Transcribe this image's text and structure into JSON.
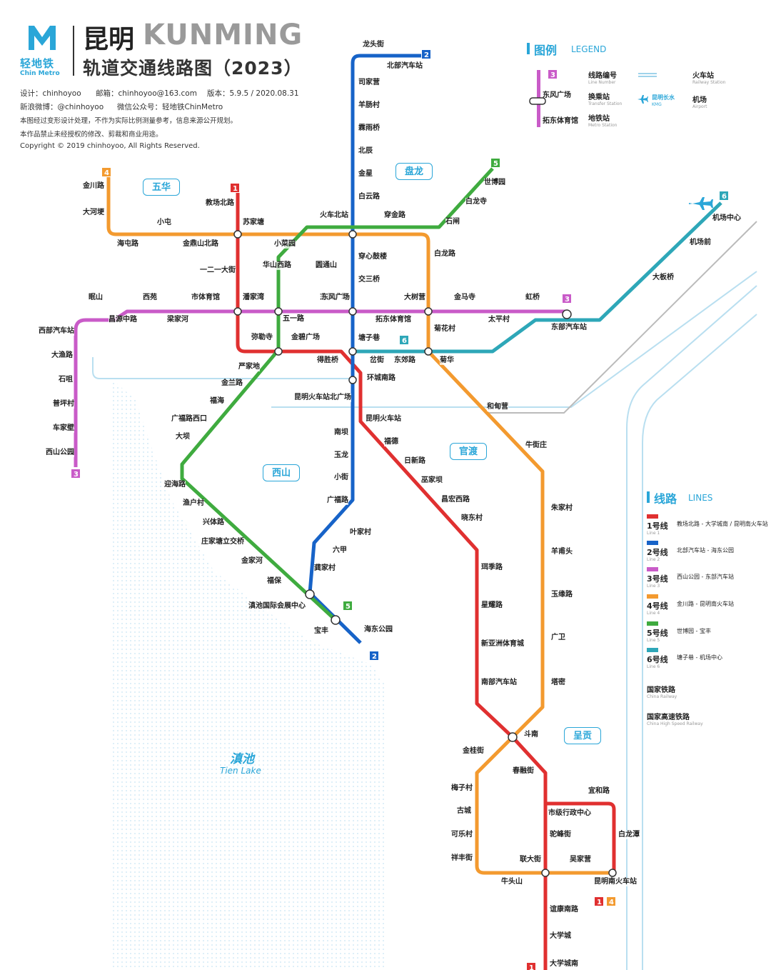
{
  "header": {
    "logo_cn": "轻地铁",
    "logo_en": "Chin Metro",
    "title_cn": "昆明",
    "title_en": "KUNMING",
    "subtitle": "轨道交通线路图（2023）",
    "designer": "设计：chinhoyoo",
    "email": "邮箱：chinhoyoo@163.com",
    "version": "版本：5.9.5 / 2020.08.31",
    "weibo": "新浪微博：@chinhoyoo",
    "wechat": "微信公众号：轻地铁ChinMetro",
    "note1": "本图经过变形设计处理，不作为实际比例测量参考，信息来源公开规划。",
    "note2": "本作品禁止未经授权的修改、剪裁和商业用途。",
    "copyright": "Copyright © 2019 chinhoyoo, All Rights Reserved."
  },
  "legend": {
    "title": "图例",
    "title_en": "LEGEND",
    "line_no": "线路编号",
    "line_no_en": "Line Number",
    "transfer": "换乘站",
    "transfer_en": "Transfer Station",
    "station": "地铁站",
    "station_en": "Metro Station",
    "railway": "火车站",
    "railway_en": "Railway Station",
    "airport": "机场",
    "airport_en": "Airport",
    "sample_transfer": "东风广场",
    "sample_station": "拓东体育馆",
    "sample_number": "3",
    "sample_airport": "昆明长水",
    "sample_airport_code": "KMG"
  },
  "lines_panel": {
    "title": "线路",
    "title_en": "LINES",
    "items": [
      {
        "name": "1号线",
        "sub": "Line 1",
        "range": "教场北路 - 大学城南 / 昆明南火车站",
        "color": "#e03030"
      },
      {
        "name": "2号线",
        "sub": "Line 2",
        "range": "北部汽车站 - 海东公园",
        "color": "#1763c8"
      },
      {
        "name": "3号线",
        "sub": "Line 3",
        "range": "西山公园 - 东部汽车站",
        "color": "#c95bc8"
      },
      {
        "name": "4号线",
        "sub": "Line 4",
        "range": "金川路 - 昆明南火车站",
        "color": "#f39a2f"
      },
      {
        "name": "5号线",
        "sub": "Line 5",
        "range": "世博园 - 宝丰",
        "color": "#3fab3f"
      },
      {
        "name": "6号线",
        "sub": "Line 6",
        "range": "塘子巷 - 机场中心",
        "color": "#2ea7b8"
      }
    ],
    "rail": "国家铁路",
    "rail_en": "China Railway",
    "hsr": "国家高速铁路",
    "hsr_en": "China High Speed Railway"
  },
  "districts": [
    "五华",
    "盘龙",
    "西山",
    "官渡",
    "呈贡"
  ],
  "lake": {
    "name": "滇池",
    "en": "Tien Lake"
  },
  "line_numbers": [
    "1",
    "2",
    "3",
    "4",
    "5",
    "6"
  ],
  "stations": {
    "line2": [
      "龙头街",
      "北部汽车站",
      "司家营",
      "羊肠村",
      "霖雨桥",
      "北辰",
      "金星",
      "白云路",
      "火车北站",
      "穿心鼓楼",
      "交三桥",
      "东风广场",
      "塘子巷",
      "环城南路",
      "昆明火车站北广场",
      "南坝",
      "玉龙",
      "小街",
      "广福路",
      "叶家村",
      "六甲",
      "龚家村",
      "海东公园"
    ],
    "line1": [
      "教场北路",
      "苏家塘",
      "一二一大街",
      "潘家湾",
      "弥勒寺",
      "五一路",
      "金碧广场",
      "得胜桥",
      "昆明火车站",
      "福德",
      "日新路",
      "巫家坝",
      "昌宏西路",
      "晓东村",
      "珥季路",
      "星耀路",
      "新亚洲体育城",
      "南部汽车站",
      "斗南",
      "春融街",
      "市级行政中心",
      "驼峰街",
      "联大街",
      "吴家营",
      "宜和路",
      "白龙潭",
      "昆明南火车站",
      "谊康南路",
      "大学城",
      "大学城南"
    ],
    "line3": [
      "眠山",
      "西苑",
      "市体育馆",
      "潘家湾",
      "五一路",
      "东风广场",
      "拓东体育馆",
      "大树营",
      "金马寺",
      "虹桥",
      "昌源中路",
      "梁家河",
      "太平村",
      "东部汽车站",
      "西部汽车站",
      "大渔路",
      "石咀",
      "普坪村",
      "车家壁",
      "西山公园"
    ],
    "line4": [
      "金川路",
      "大河埂",
      "小屯",
      "海屯路",
      "金鼎山北路",
      "小菜园",
      "穿金路",
      "白龙路",
      "菊花村",
      "菊华",
      "和甸营",
      "牛街庄",
      "朱家村",
      "羊甫头",
      "玉缘路",
      "广卫",
      "塔密",
      "斗南",
      "金桂街",
      "梅子村",
      "古城",
      "可乐村",
      "祥丰街",
      "牛头山"
    ],
    "line5": [
      "世博园",
      "白龙寺",
      "石闸",
      "华山西路",
      "圆通山",
      "严家地",
      "金兰路",
      "福海",
      "广福路西口",
      "大坝",
      "迎海路",
      "渔户村",
      "兴体路",
      "庄家塘立交桥",
      "金家河",
      "福保",
      "滇池国际会展中心",
      "宝丰"
    ],
    "line6": [
      "岔街",
      "东郊路",
      "机场前",
      "机场中心",
      "大板桥"
    ]
  },
  "colors": {
    "line1": "#e03030",
    "line2": "#1763c8",
    "line3": "#c95bc8",
    "line4": "#f39a2f",
    "line5": "#3fab3f",
    "line6": "#2ea7b8",
    "water": "#2aa6d8",
    "district": "#2aa6d8"
  },
  "icons": [
    "airplane-icon",
    "train-icon",
    "transfer-icon"
  ]
}
